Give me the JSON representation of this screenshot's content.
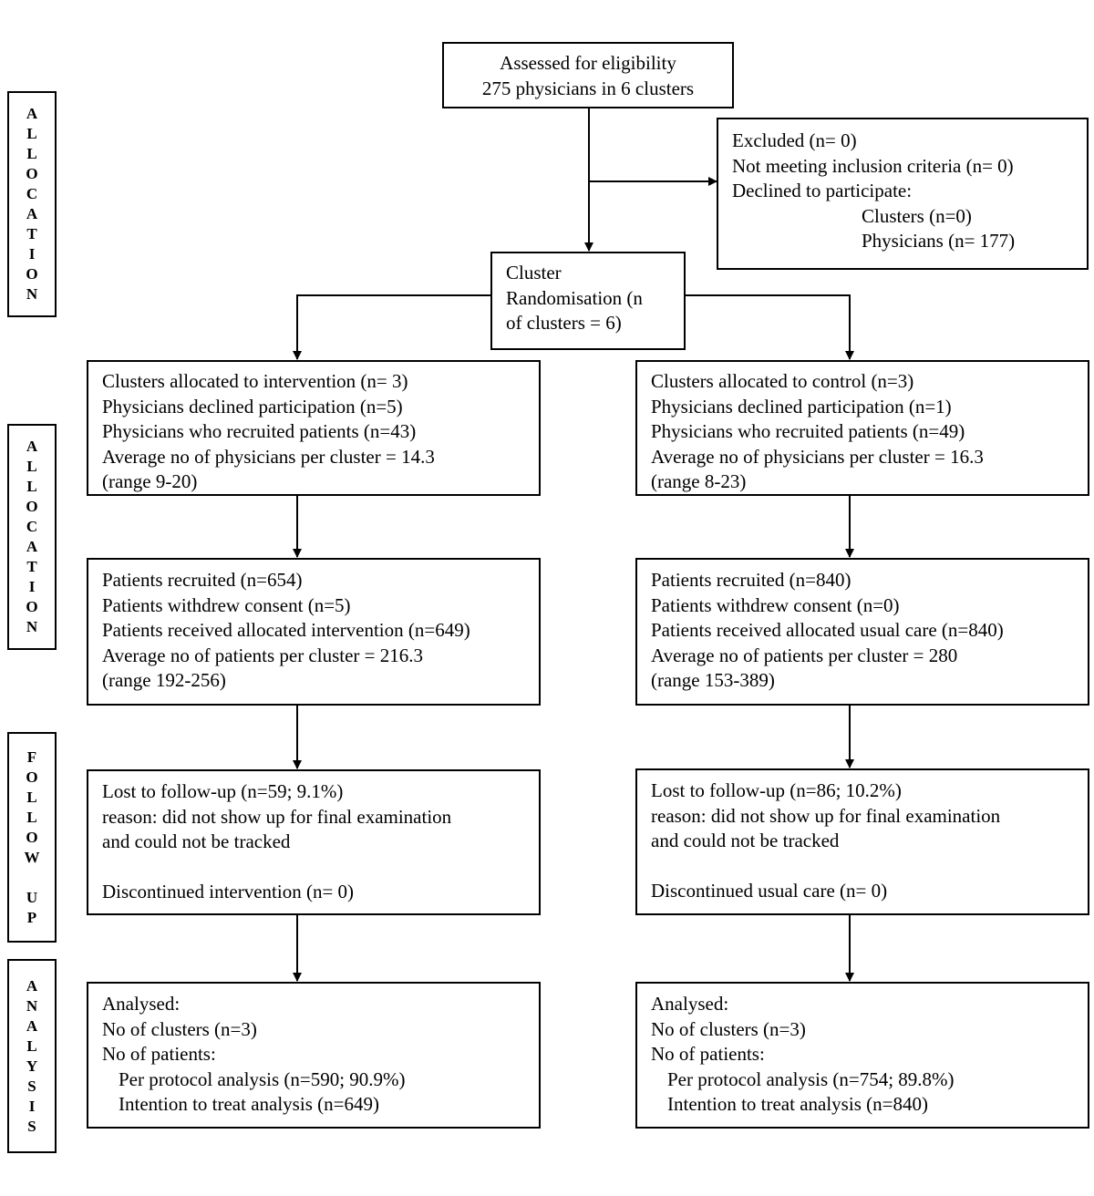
{
  "side_labels": {
    "enrollment": "A\nL\nL\nO\nC\nA\nT\nI\nO\nN",
    "allocation": "A\nL\nL\nO\nC\nA\nT\nI\nO\nN",
    "follow_up": "F\nO\nL\nL\nO\nW\n\nU\nP",
    "analysis": "A\nN\nA\nL\nY\nS\nI\nS"
  },
  "assessed": {
    "line1": "Assessed for eligibility",
    "line2": "275 physicians in 6 clusters"
  },
  "excluded": {
    "line1": "Excluded (n= 0)",
    "line2": "Not meeting inclusion criteria (n= 0)",
    "line3": "Declined to participate:",
    "line4": "Clusters (n=0)",
    "line5": "Physicians (n= 177)"
  },
  "randomisation": {
    "line1": "Cluster",
    "line2": "Randomisation (n",
    "line3": "of clusters = 6)"
  },
  "intervention_allocation": {
    "line1": "Clusters allocated to intervention (n= 3)",
    "line2": "Physicians declined participation (n=5)",
    "line3": "Physicians who recruited patients (n=43)",
    "line4": "Average no of physicians per cluster = 14.3",
    "line5": "(range 9-20)"
  },
  "control_allocation": {
    "line1": "Clusters allocated to control (n=3)",
    "line2": "Physicians declined participation (n=1)",
    "line3": "Physicians who recruited patients (n=49)",
    "line4": "Average no of physicians per cluster = 16.3",
    "line5": "(range 8-23)"
  },
  "intervention_patients": {
    "line1": "Patients recruited (n=654)",
    "line2": "Patients withdrew consent (n=5)",
    "line3": "Patients received allocated intervention (n=649)",
    "line4": "Average no of patients per cluster = 216.3",
    "line5": "(range 192-256)"
  },
  "control_patients": {
    "line1": "Patients recruited (n=840)",
    "line2": "Patients withdrew consent (n=0)",
    "line3": "Patients received allocated usual care (n=840)",
    "line4": "Average no of patients per cluster = 280",
    "line5": "(range 153-389)"
  },
  "intervention_followup": {
    "line1": "Lost to follow-up (n=59; 9.1%)",
    "line2": "reason: did not show up for final examination",
    "line3": "and could not be tracked",
    "line4": "Discontinued intervention (n= 0)"
  },
  "control_followup": {
    "line1": "Lost to follow-up (n=86; 10.2%)",
    "line2": "reason: did not show up for final examination",
    "line3": "and could not be tracked",
    "line4": "Discontinued usual care (n= 0)"
  },
  "intervention_analysis": {
    "line1": "Analysed:",
    "line2": "No of clusters (n=3)",
    "line3": "No of patients:",
    "line4": "Per protocol analysis (n=590; 90.9%)",
    "line5": "Intention to treat analysis (n=649)"
  },
  "control_analysis": {
    "line1": "Analysed:",
    "line2": "No of clusters (n=3)",
    "line3": "No of patients:",
    "line4": "Per protocol analysis (n=754; 89.8%)",
    "line5": "Intention to treat analysis (n=840)"
  }
}
